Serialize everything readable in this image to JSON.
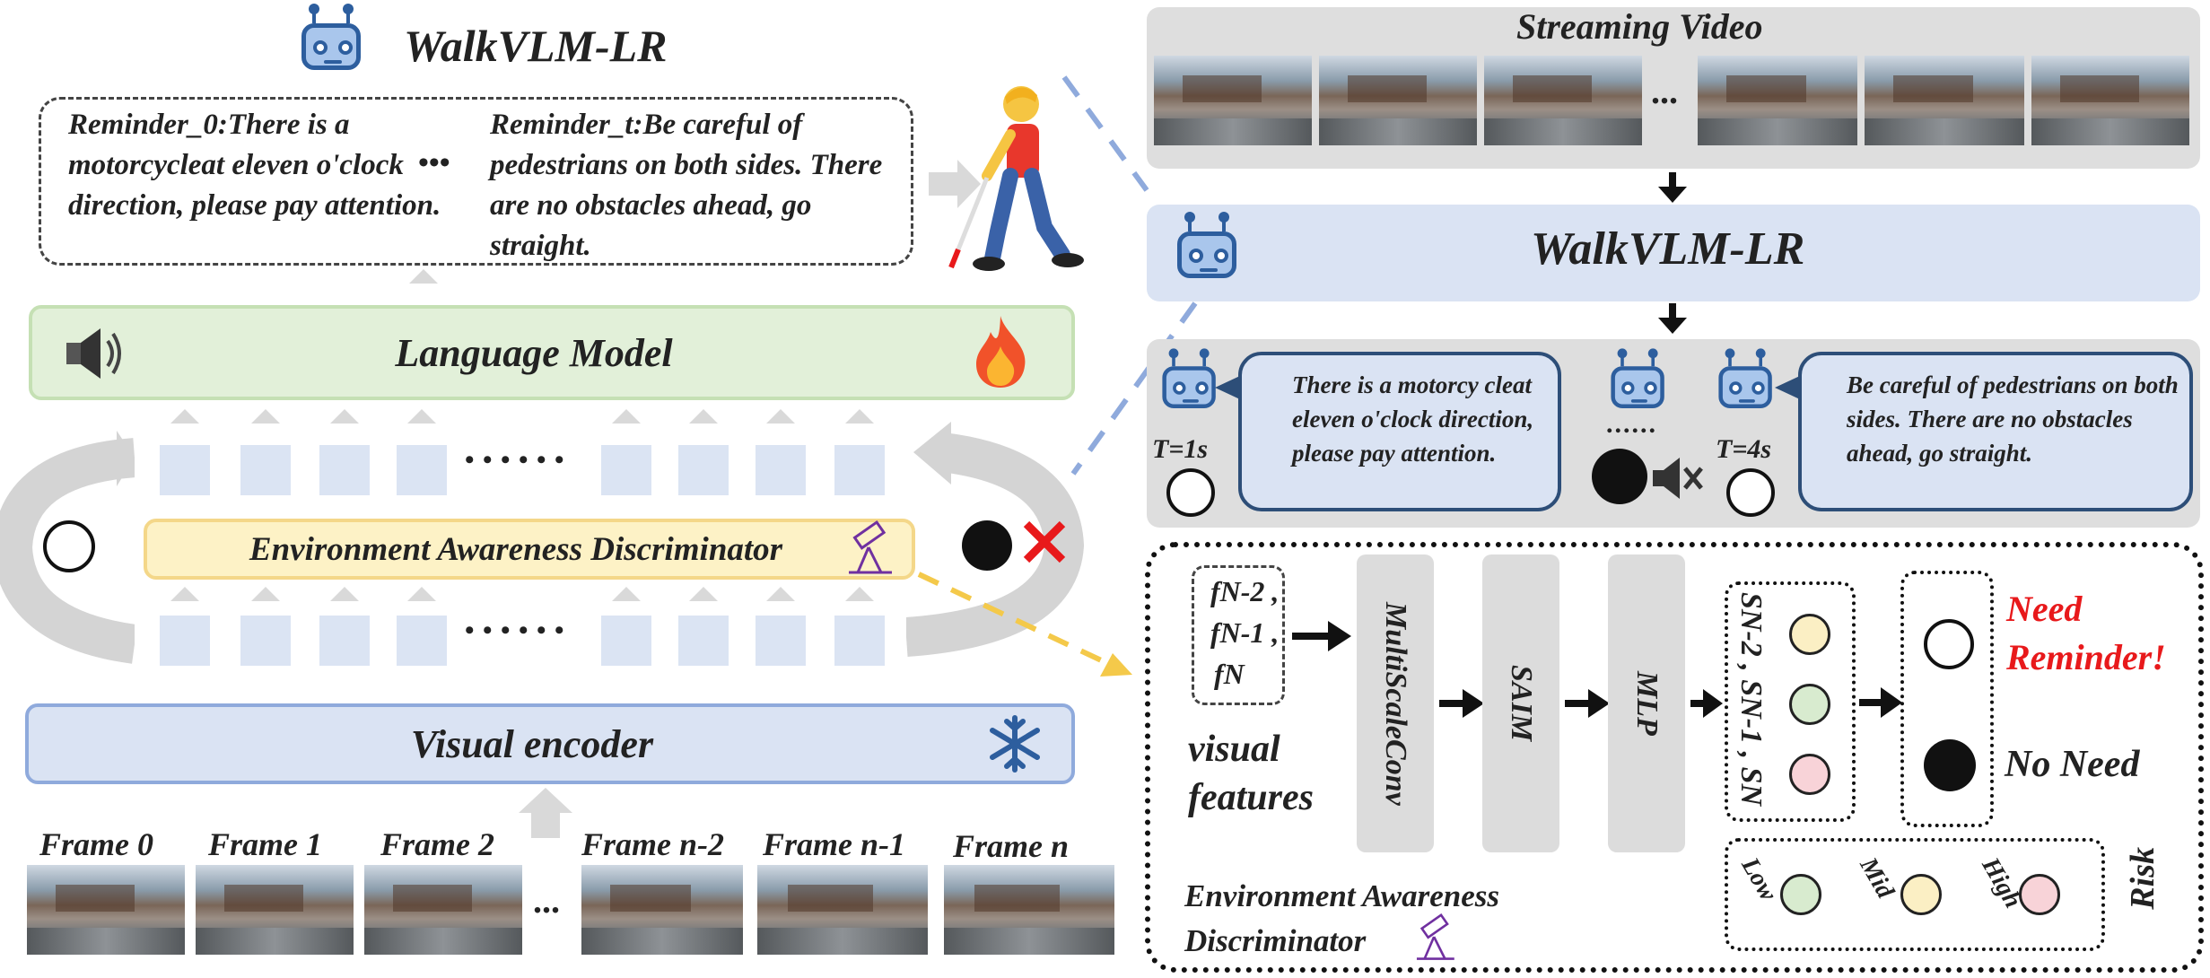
{
  "left_title": "WalkVLM-LR",
  "reminders": {
    "first": "Reminder_0:There is a motorcycleat eleven o'clock direction, please pay attention.",
    "ellipsis": "•••",
    "last": "Reminder_t:Be careful of pedestrians on both sides. There are no obstacles ahead,  go straight."
  },
  "language_model": "Language Model",
  "dots": "• • • • • •",
  "ead_left": "Environment Awareness Discriminator",
  "visual_encoder": "Visual encoder",
  "frames": [
    "Frame 0",
    "Frame 1",
    "Frame 2",
    "Frame n-2",
    "Frame n-1",
    "Frame n"
  ],
  "frames_ellipsis": "...",
  "streaming_video": "Streaming Video",
  "stream_ellipsis": "...",
  "walkvlm_box": "WalkVLM-LR",
  "timeline": {
    "t1": "T=1s",
    "bubble1": "There is a motorcy cleat eleven o'clock direction, please pay attention.",
    "mid_dots": "......",
    "t4": "T=4s",
    "bubble2": "Be careful of pedestrians on both sides. There are no obstacles ahead,  go straight."
  },
  "ead_detail": {
    "f1": "fN-2 ,",
    "f2": "fN-1 ,",
    "f3": "fN",
    "visual_features": "visual features",
    "multiscaleconv": "MultiScaleConv",
    "saim": "SAIM",
    "mlp": "MLP",
    "scores": "SN-2 , SN-1 , SN",
    "need_reminder": "Need Reminder!",
    "no_need": "No Need",
    "label": "Environment Awareness Discriminator",
    "risk": "Risk",
    "low": "Low",
    "mid": "Mid",
    "high": "High"
  },
  "colors": {
    "accent_blue": "#2d5e9e",
    "lm_green": "#e2f0d9",
    "ead_yellow": "#fdf2c6",
    "encoder_blue": "#dae3f3",
    "red": "#e8191b",
    "low_green": "#d8ebcf",
    "mid_yellow": "#fbefc4",
    "high_pink": "#f8d3d8"
  }
}
